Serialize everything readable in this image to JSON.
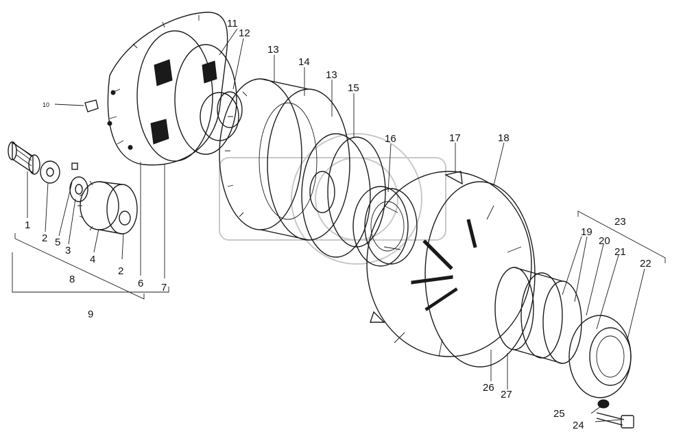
{
  "callouts": {
    "c1": "1",
    "c2a": "2",
    "c2b": "2",
    "c3": "3",
    "c4": "4",
    "c5": "5",
    "c6": "6",
    "c7": "7",
    "c8": "8",
    "c9": "9",
    "c10": "10",
    "c11": "11",
    "c12": "12",
    "c13a": "13",
    "c13b": "13",
    "c14": "14",
    "c15": "15",
    "c16": "16",
    "c17": "17",
    "c18": "18",
    "c19": "19",
    "c20": "20",
    "c21": "21",
    "c22": "22",
    "c23": "23",
    "c24": "24",
    "c25": "25",
    "c26": "26",
    "c27": "27"
  }
}
